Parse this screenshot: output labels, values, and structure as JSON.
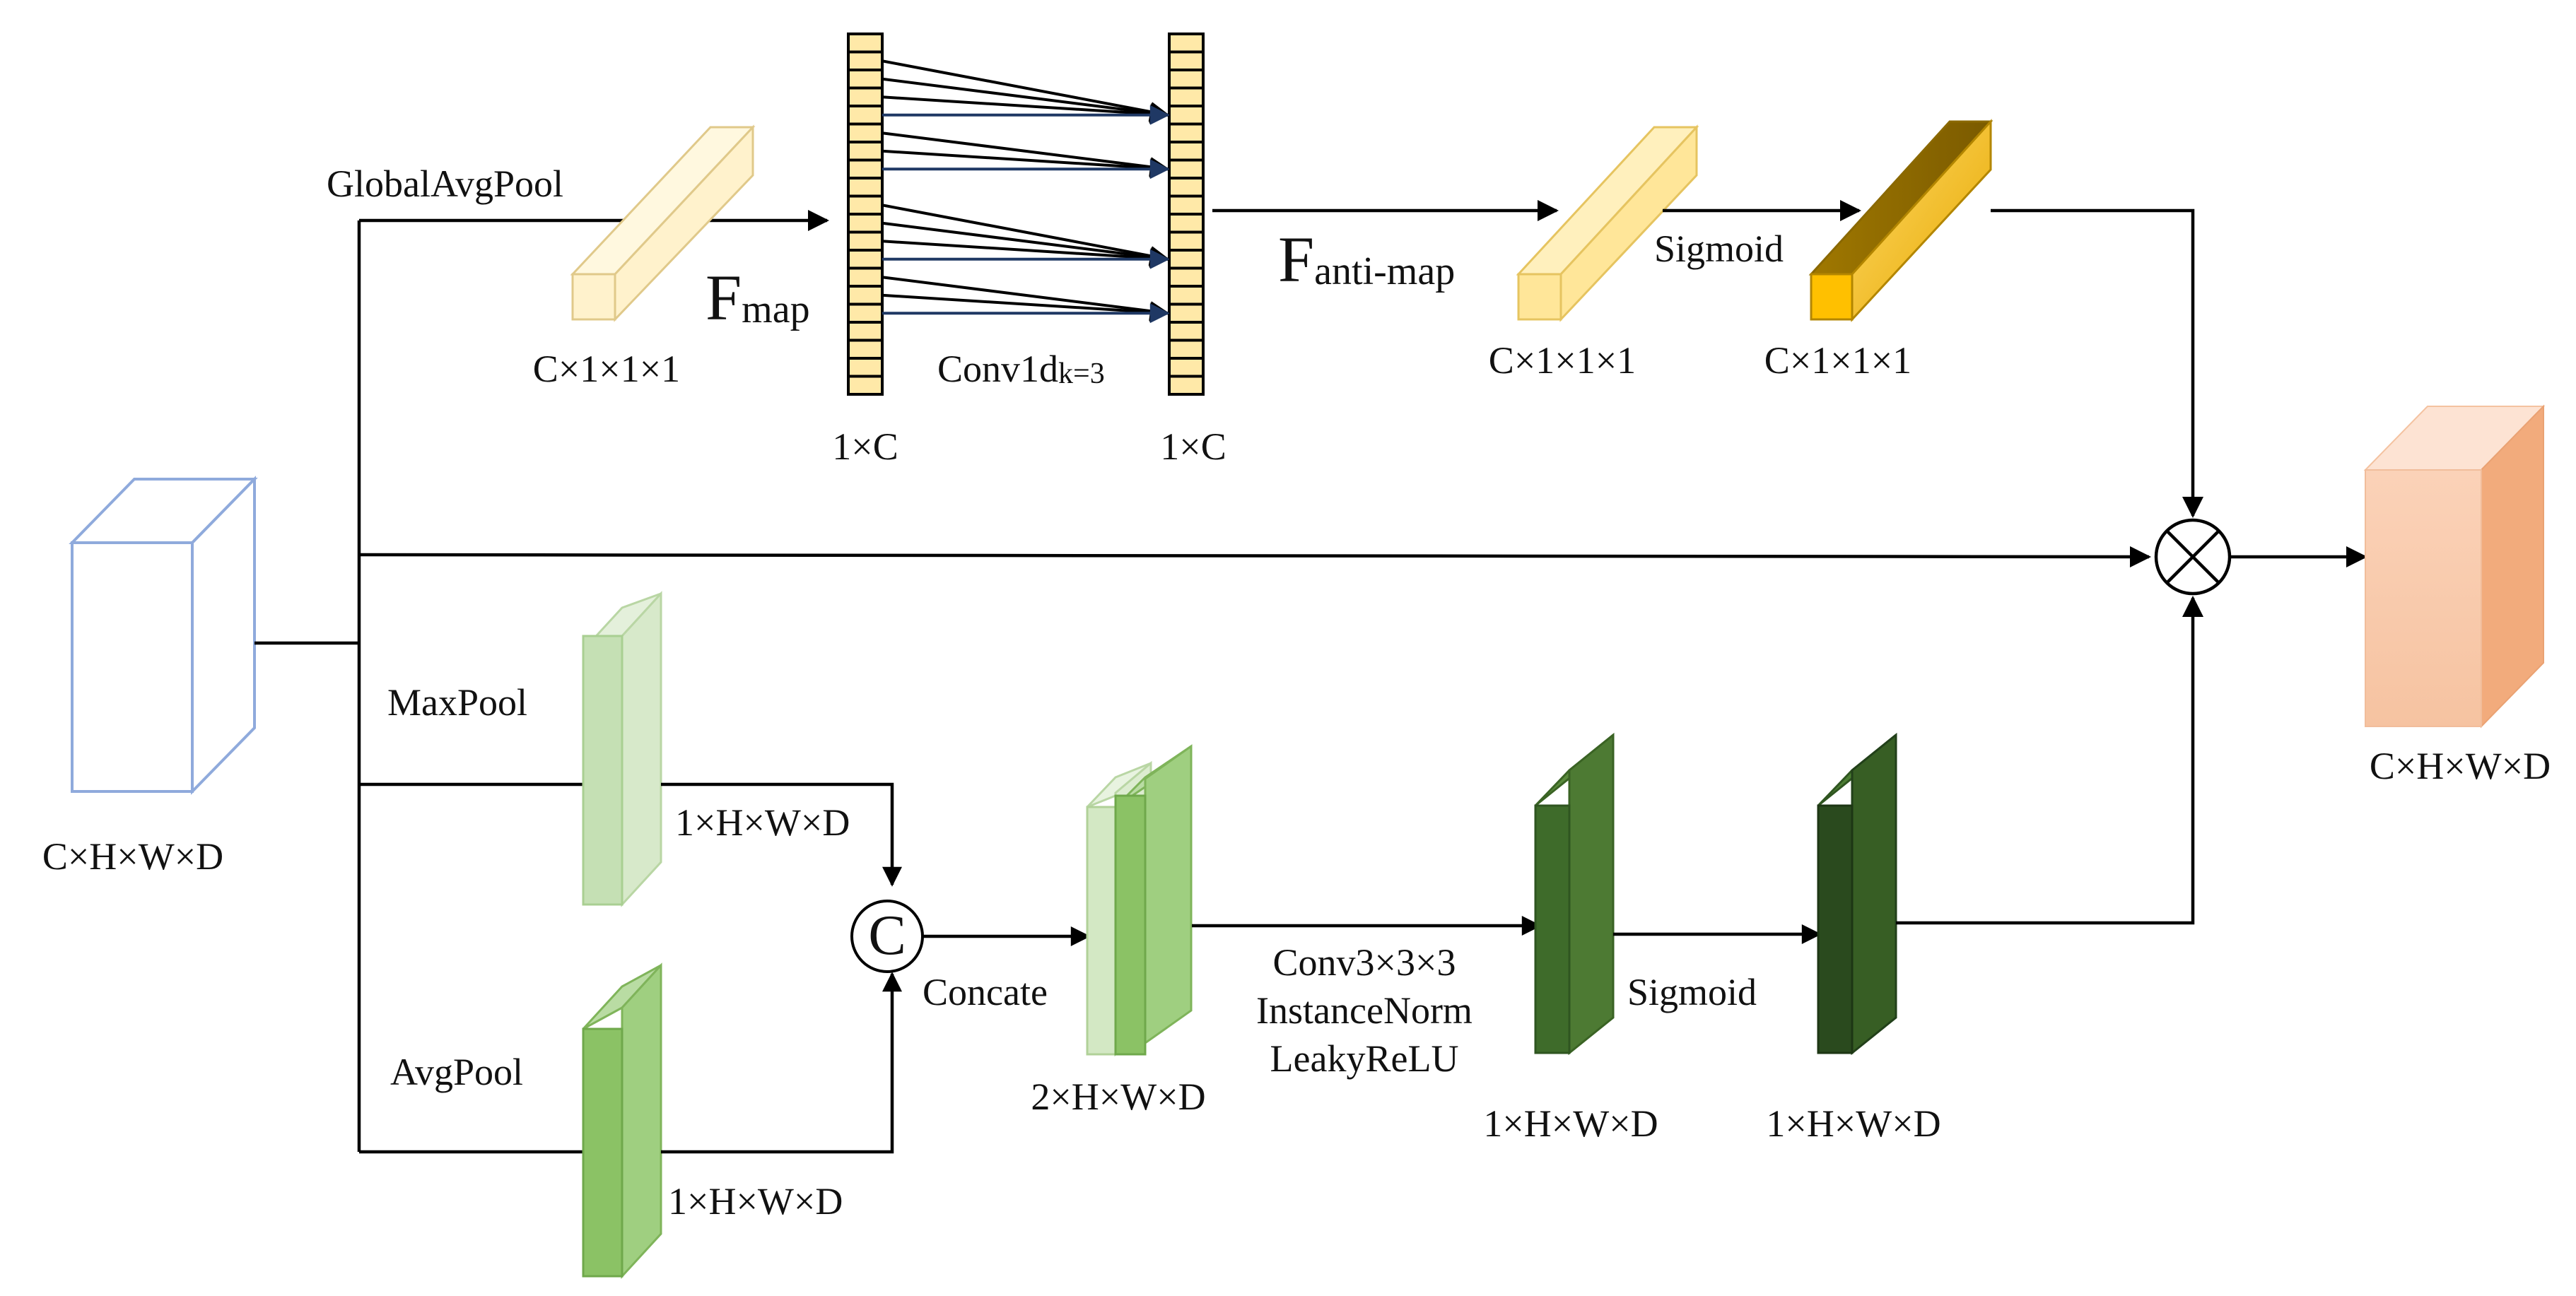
{
  "labels": {
    "input_dims": "C×H×W×D",
    "output_dims": "C×H×W×D",
    "global_avg_pool": "GlobalAvgPool",
    "pooled_dims": "C×1×1×1",
    "f_map_main": "F",
    "f_map_sub": "map",
    "vector_1xc_left": "1×C",
    "vector_1xc_right": "1×C",
    "conv1d_main": "Conv1d",
    "conv1d_sub": "k=3",
    "f_anti_map_main": "F",
    "f_anti_map_sub": "anti-map",
    "anti_map_dims": "C×1×1×1",
    "sigmoid_top": "Sigmoid",
    "sigmoid_top_dims": "C×1×1×1",
    "max_pool": "MaxPool",
    "max_pool_dims": "1×H×W×D",
    "avg_pool": "AvgPool",
    "avg_pool_dims": "1×H×W×D",
    "concat_symbol": "C",
    "concate": "Concate",
    "concat_dims": "2×H×W×D",
    "conv3d_line1": "Conv3×3×3",
    "conv3d_line2": "InstanceNorm",
    "conv3d_line3": "LeakyReLU",
    "conv3d_dims": "1×H×W×D",
    "sigmoid_bottom": "Sigmoid",
    "sigmoid_bottom_dims": "1×H×W×D"
  },
  "colors": {
    "input_block": "#ffffff",
    "input_stroke": "#8faadc",
    "pooled_vector": "#fff2cc",
    "anti_map_vector": "#ffe699",
    "sigmoid_vector": "#ffc000",
    "vector_cells": "#ffe9a8",
    "maxpool_map": "#c5e0b4",
    "avgpool_map": "#8bc265",
    "conv_map": "#3e6b2a",
    "sigmoid_map": "#2a4a1e",
    "output_block": "#f8cbad",
    "conv1d_arrows_alt": "#1f3864"
  },
  "icons": {
    "multiply_node": "circled-times-icon",
    "concat_node": "circled-c-icon"
  }
}
